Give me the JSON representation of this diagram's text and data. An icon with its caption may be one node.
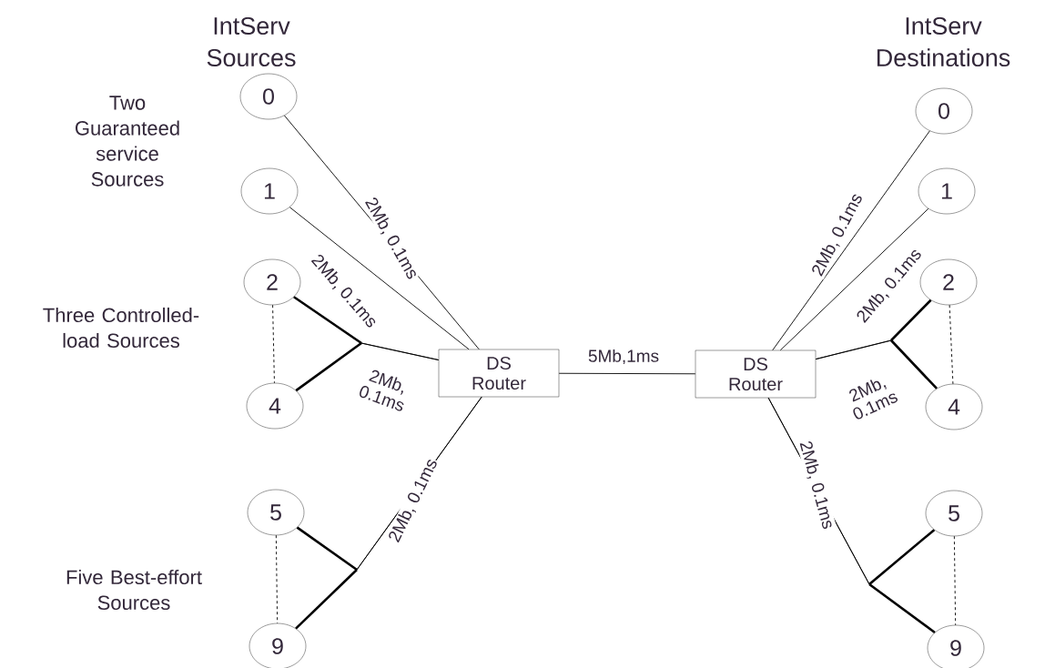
{
  "diagram": {
    "nodes": [
      {
        "text": [
          "0"
        ]
      },
      {
        "text": [
          "1"
        ]
      },
      {
        "text": [
          "2"
        ]
      },
      {
        "text": [
          "4"
        ]
      },
      {
        "text": [
          "5"
        ]
      },
      {
        "text": [
          "9"
        ]
      },
      {
        "text": [
          "DS Router"
        ]
      },
      {
        "text": [
          "DS Router"
        ]
      },
      {
        "text": [
          "0"
        ]
      },
      {
        "text": [
          "1"
        ]
      },
      {
        "text": [
          "2"
        ]
      },
      {
        "text": [
          "4"
        ]
      },
      {
        "text": [
          "5"
        ]
      },
      {
        "text": [
          "9"
        ]
      }
    ],
    "edges": [
      {
        "from": 0,
        "to": 6,
        "arrow": "none",
        "label": "2Mb, 0.1ms"
      },
      {
        "from": 1,
        "to": 6,
        "arrow": "none",
        "label": "2Mb, 0.1ms"
      },
      {
        "from": 2,
        "to": 6,
        "arrow": "none",
        "label": "2Mb, 0.1ms"
      },
      {
        "from": 3,
        "to": 6,
        "arrow": "none"
      },
      {
        "from": 2,
        "to": 3,
        "arrow": "none",
        "style": "dashed"
      },
      {
        "from": 4,
        "to": 6,
        "arrow": "none",
        "label": "2Mb, 0.1ms"
      },
      {
        "from": 5,
        "to": 6,
        "arrow": "none"
      },
      {
        "from": 4,
        "to": 5,
        "arrow": "none",
        "style": "dashed"
      },
      {
        "from": 6,
        "to": 7,
        "arrow": "none",
        "label": "5Mb,1ms"
      },
      {
        "from": 7,
        "to": 8,
        "arrow": "none",
        "label": "2Mb, 0.1ms"
      },
      {
        "from": 7,
        "to": 9,
        "arrow": "none",
        "label": "2Mb, 0.1ms"
      },
      {
        "from": 7,
        "to": 10,
        "arrow": "none",
        "label": "2Mb, 0.1ms"
      },
      {
        "from": 7,
        "to": 11,
        "arrow": "none"
      },
      {
        "from": 10,
        "to": 11,
        "arrow": "none",
        "style": "dashed"
      },
      {
        "from": 7,
        "to": 12,
        "arrow": "none",
        "label": "2Mb, 0.1ms"
      },
      {
        "from": 7,
        "to": 13,
        "arrow": "none"
      },
      {
        "from": 12,
        "to": 13,
        "arrow": "none",
        "style": "dashed"
      }
    ],
    "labels": [
      "IntServ Sources",
      "IntServ Destinations",
      "Two Guaranteed service Sources",
      "Three Controlled-load Sources",
      "Five Best-effort Sources"
    ]
  }
}
